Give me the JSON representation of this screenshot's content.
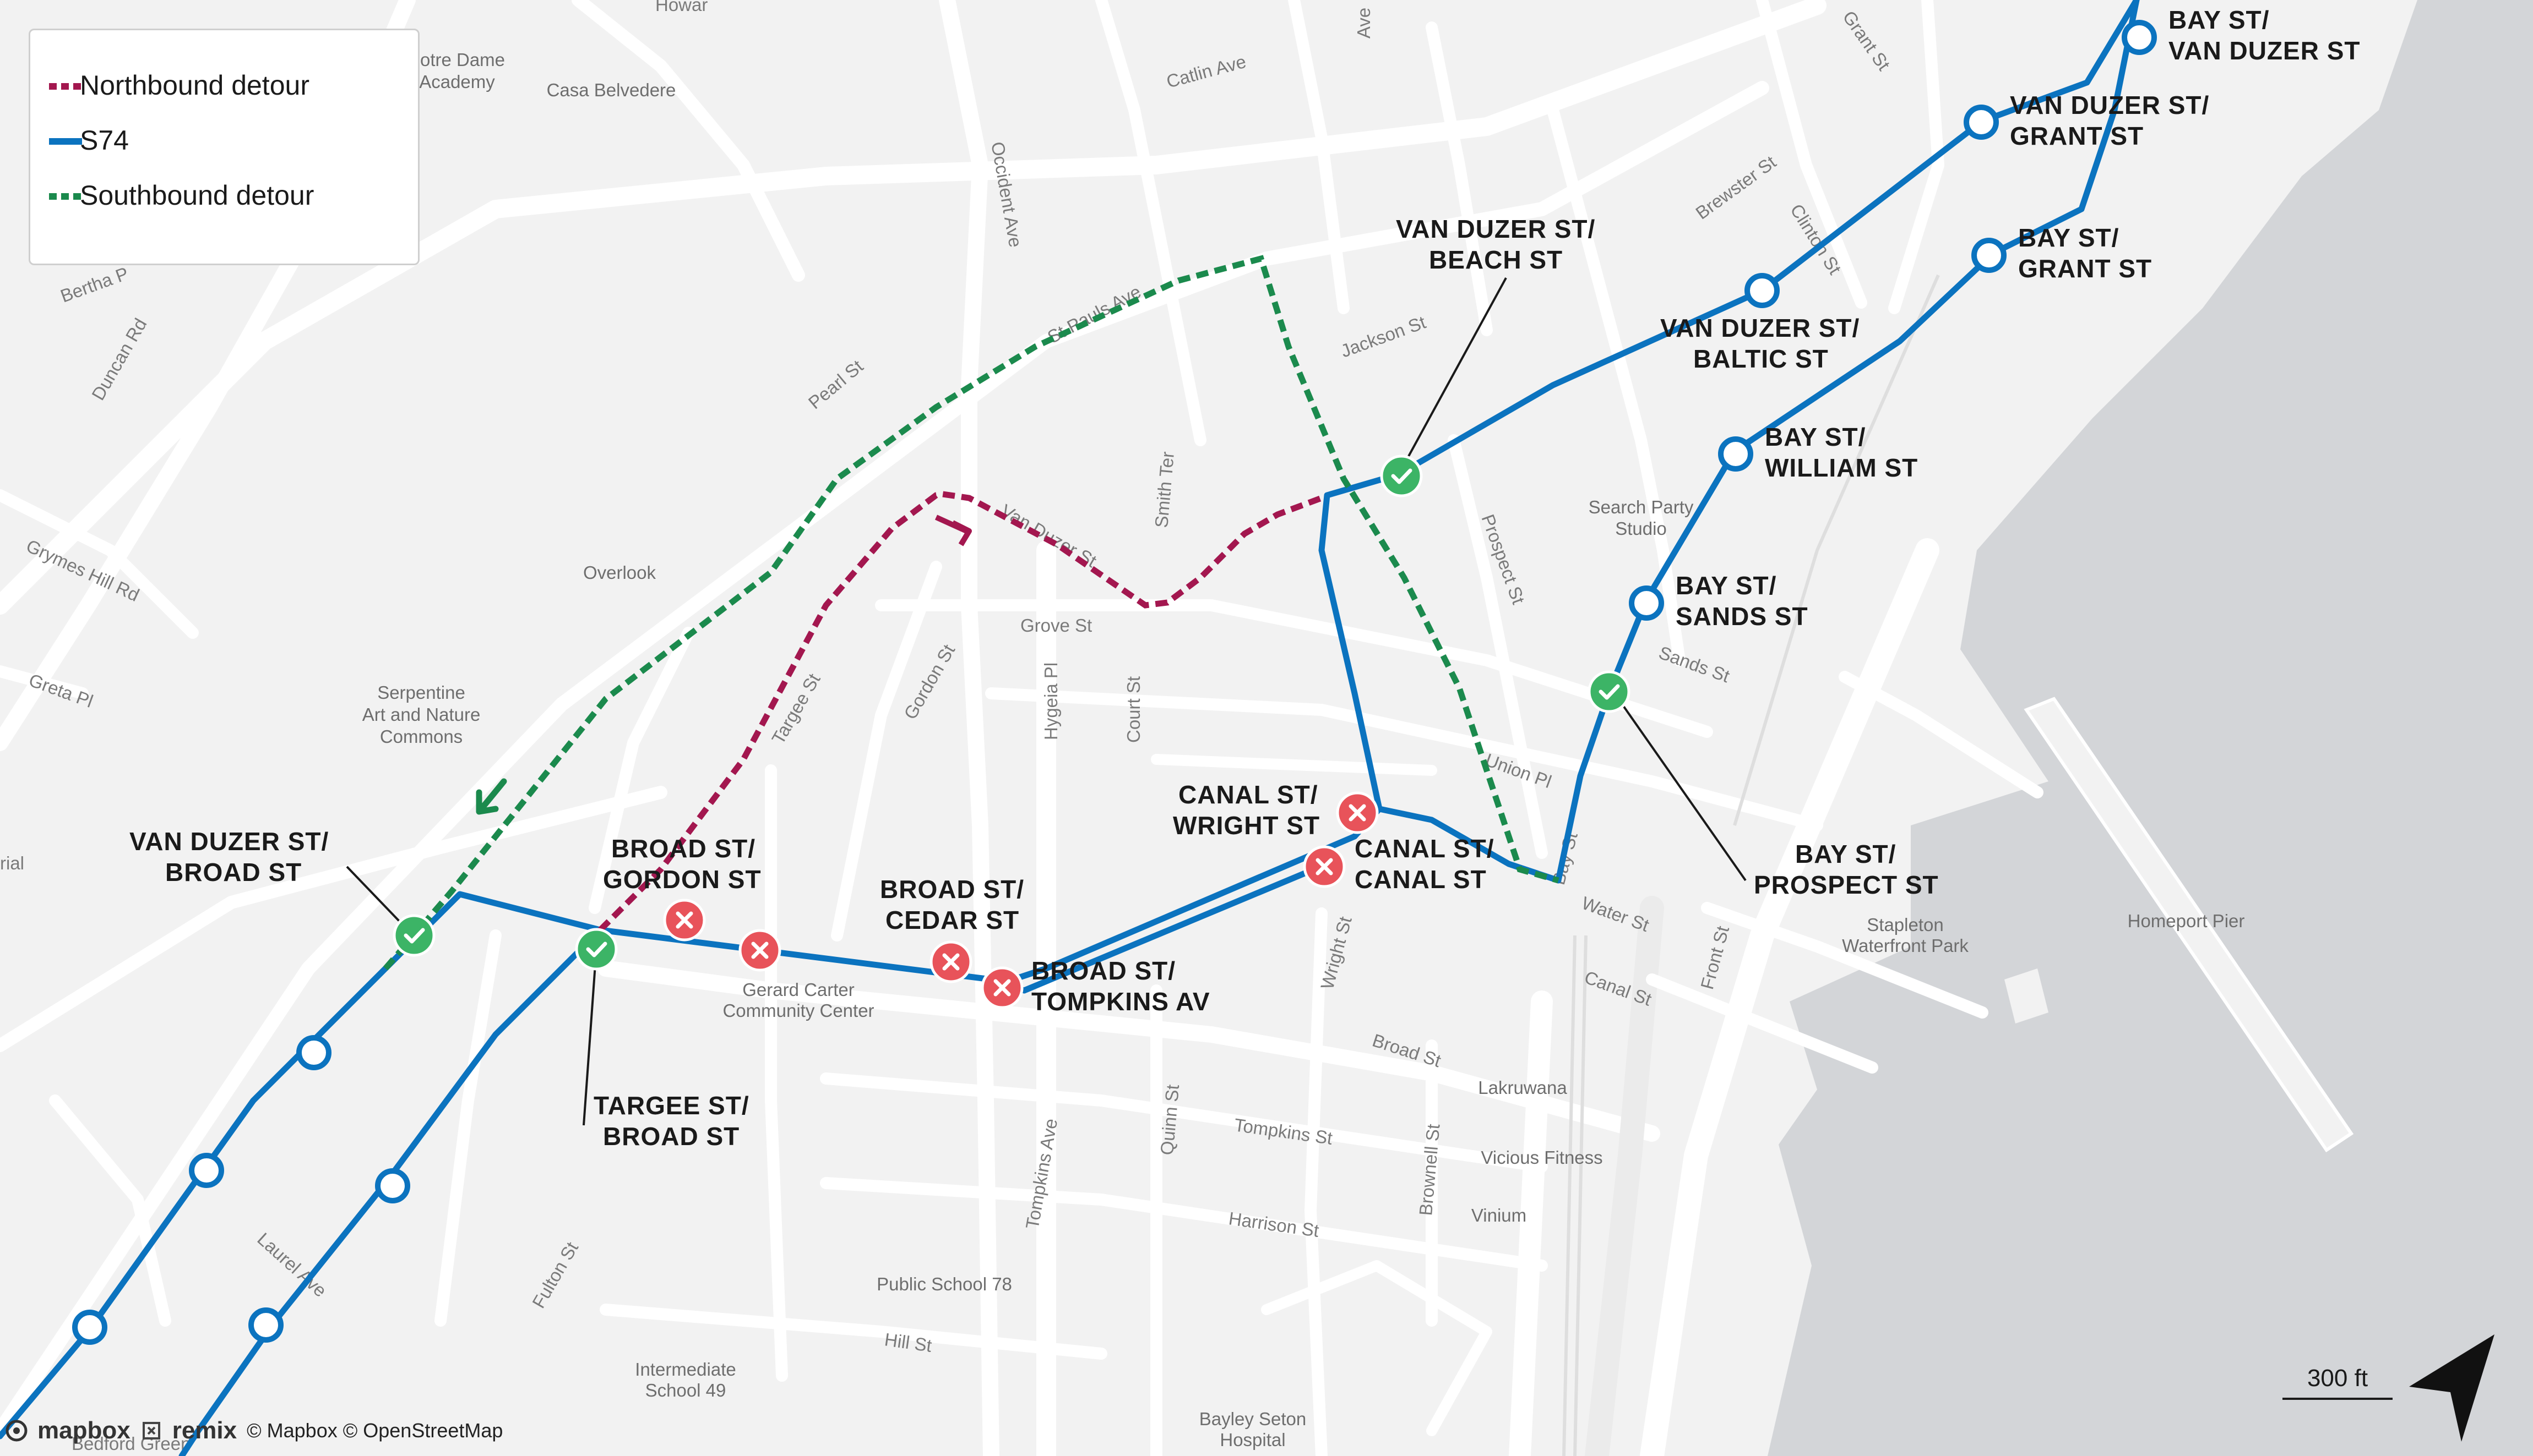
{
  "legend": {
    "items": [
      {
        "label": "Northbound detour",
        "style": "dash-red"
      },
      {
        "label": "S74",
        "style": "solid-blue"
      },
      {
        "label": "Southbound detour",
        "style": "dash-green"
      }
    ]
  },
  "colors": {
    "route": "#0b73bf",
    "northbound_detour": "#a3174f",
    "southbound_detour": "#1b8a4d",
    "closed_stop": "#e8535a",
    "open_stop": "#3cb466",
    "water": "#d3d5d8",
    "road": "#ffffff"
  },
  "streets": {
    "howard": "Howar",
    "notre_dame": "otre Dame",
    "academy": "Academy",
    "casa": "Casa Belvedere",
    "catlin": "Catlin Ave",
    "ave_top": "Ave",
    "grant_top": "Grant St",
    "occident": "Occident Ave",
    "bertha": "Bertha P",
    "duncan": "Duncan Rd",
    "st_pauls": "St Pauls Ave",
    "brewster": "Brewster St",
    "clinton": "Clinton St",
    "jackson": "Jackson St",
    "pearl": "Pearl St",
    "smith": "Smith Ter",
    "van_duzer": "Van Duzer St",
    "grymes": "Grymes Hill Rd",
    "overlook": "Overlook",
    "greta": "Greta Pl",
    "grove": "Grove St",
    "prospect": "Prospect St",
    "targee": "Targee St",
    "gordon": "Gordon St",
    "hygeia": "Hygeia Pl",
    "court": "Court St",
    "sands": "Sands St",
    "union": "Union Pl",
    "bay": "Bay St",
    "water": "Water St",
    "canal": "Canal St",
    "front": "Front St",
    "wright": "Wright St",
    "broad": "Broad St",
    "tompkins_ave": "Tompkins Ave",
    "quinn": "Quinn St",
    "tompkins_st": "Tompkins St",
    "brownell": "Brownell St",
    "harrison": "Harrison St",
    "laurel": "Laurel Ave",
    "fulton": "Fulton St",
    "hill": "Hill St",
    "rial": "rial",
    "bedford": "Bedford Green"
  },
  "pois": {
    "search_party": [
      "Search Party",
      "Studio"
    ],
    "serpentine": [
      "Serpentine",
      "Art and Nature",
      "Commons"
    ],
    "gerard": [
      "Gerard Carter",
      "Community Center"
    ],
    "stapleton": [
      "Stapleton",
      "Waterfront Park"
    ],
    "homeport": "Homeport Pier",
    "lakruwana": "Lakruwana",
    "vicious": "Vicious Fitness",
    "vinium": "Vinium",
    "ps78": "Public School 78",
    "is49": [
      "Intermediate",
      "School 49"
    ],
    "bayley": [
      "Bayley Seton",
      "Hospital"
    ]
  },
  "stops": {
    "bay_van_duzer": [
      "BAY ST/",
      "VAN DUZER ST"
    ],
    "van_duzer_grant": [
      "VAN DUZER ST/",
      "GRANT ST"
    ],
    "bay_grant": [
      "BAY ST/",
      "GRANT ST"
    ],
    "van_duzer_beach": [
      "VAN DUZER ST/",
      "BEACH ST"
    ],
    "van_duzer_baltic": [
      "VAN DUZER ST/",
      "BALTIC ST"
    ],
    "bay_william": [
      "BAY ST/",
      "WILLIAM ST"
    ],
    "bay_sands": [
      "BAY ST/",
      "SANDS ST"
    ],
    "bay_prospect": [
      "BAY ST/",
      "PROSPECT ST"
    ],
    "canal_wright": [
      "CANAL ST/",
      "WRIGHT ST"
    ],
    "canal_canal": [
      "CANAL ST/",
      "CANAL ST"
    ],
    "broad_gordon": [
      "BROAD ST/",
      "GORDON ST"
    ],
    "broad_cedar": [
      "BROAD ST/",
      "CEDAR ST"
    ],
    "broad_tompkins": [
      "BROAD ST/",
      "TOMPKINS AV"
    ],
    "van_duzer_broad": [
      "VAN DUZER ST/",
      "BROAD ST"
    ],
    "targee_broad": [
      "TARGEE ST/",
      "BROAD ST"
    ]
  },
  "scale": {
    "label": "300 ft"
  },
  "attribution": {
    "mapbox": "mapbox",
    "remix": "remix",
    "text": "© Mapbox © OpenStreetMap"
  }
}
